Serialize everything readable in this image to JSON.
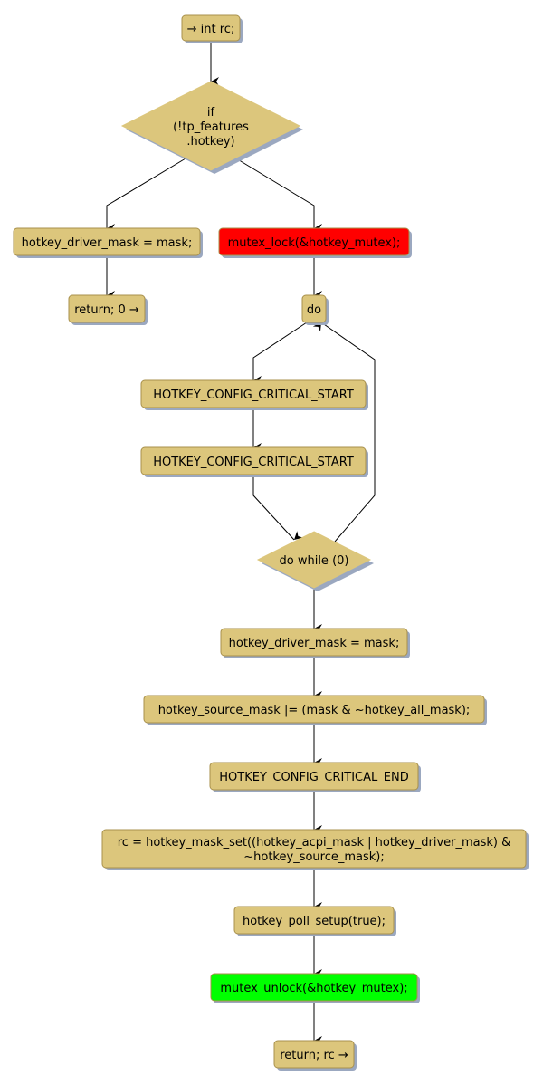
{
  "diagram": {
    "type": "flowchart",
    "colors": {
      "node_fill": "#dcc67c",
      "node_stroke": "#a8904c",
      "shadow": "#9ba8c0",
      "lock_fill": "#ff0000",
      "unlock_fill": "#00ff00",
      "edge": "#000000"
    },
    "nodes": [
      {
        "id": "start",
        "shape": "rect",
        "lines": [
          "→ int rc;"
        ],
        "fill": "node"
      },
      {
        "id": "if_hotkey",
        "shape": "diamond",
        "lines": [
          "if",
          "(!tp_features",
          ".hotkey)"
        ],
        "fill": "node"
      },
      {
        "id": "driver_mask_left",
        "shape": "rect",
        "lines": [
          "hotkey_driver_mask = mask;"
        ],
        "fill": "node"
      },
      {
        "id": "return_zero",
        "shape": "rect",
        "lines": [
          "return; 0 →"
        ],
        "fill": "node"
      },
      {
        "id": "mutex_lock",
        "shape": "rect",
        "lines": [
          "mutex_lock(&hotkey_mutex);"
        ],
        "fill": "lock"
      },
      {
        "id": "do",
        "shape": "rect",
        "lines": [
          "do"
        ],
        "fill": "node"
      },
      {
        "id": "critical_start_1",
        "shape": "rect",
        "lines": [
          "HOTKEY_CONFIG_CRITICAL_START"
        ],
        "fill": "node"
      },
      {
        "id": "critical_start_2",
        "shape": "rect",
        "lines": [
          "HOTKEY_CONFIG_CRITICAL_START"
        ],
        "fill": "node"
      },
      {
        "id": "do_while",
        "shape": "diamond",
        "lines": [
          "do while (0)"
        ],
        "fill": "node"
      },
      {
        "id": "driver_mask_right",
        "shape": "rect",
        "lines": [
          "hotkey_driver_mask = mask;"
        ],
        "fill": "node"
      },
      {
        "id": "source_mask",
        "shape": "rect",
        "lines": [
          "hotkey_source_mask |= (mask & ~hotkey_all_mask);"
        ],
        "fill": "node"
      },
      {
        "id": "critical_end",
        "shape": "rect",
        "lines": [
          "HOTKEY_CONFIG_CRITICAL_END"
        ],
        "fill": "node"
      },
      {
        "id": "mask_set",
        "shape": "rect",
        "lines": [
          "rc = hotkey_mask_set((hotkey_acpi_mask | hotkey_driver_mask) &",
          "~hotkey_source_mask);"
        ],
        "fill": "node"
      },
      {
        "id": "poll_setup",
        "shape": "rect",
        "lines": [
          "hotkey_poll_setup(true);"
        ],
        "fill": "node"
      },
      {
        "id": "mutex_unlock",
        "shape": "rect",
        "lines": [
          "mutex_unlock(&hotkey_mutex);"
        ],
        "fill": "unlock"
      },
      {
        "id": "return_rc",
        "shape": "rect",
        "lines": [
          "return; rc →"
        ],
        "fill": "node"
      }
    ],
    "edges": [
      {
        "from": "start",
        "to": "if_hotkey"
      },
      {
        "from": "if_hotkey",
        "to": "driver_mask_left"
      },
      {
        "from": "if_hotkey",
        "to": "mutex_lock"
      },
      {
        "from": "driver_mask_left",
        "to": "return_zero"
      },
      {
        "from": "mutex_lock",
        "to": "do"
      },
      {
        "from": "do",
        "to": "critical_start_1"
      },
      {
        "from": "critical_start_1",
        "to": "critical_start_2"
      },
      {
        "from": "critical_start_2",
        "to": "do_while"
      },
      {
        "from": "do_while",
        "to": "do"
      },
      {
        "from": "do_while",
        "to": "driver_mask_right"
      },
      {
        "from": "driver_mask_right",
        "to": "source_mask"
      },
      {
        "from": "source_mask",
        "to": "critical_end"
      },
      {
        "from": "critical_end",
        "to": "mask_set"
      },
      {
        "from": "mask_set",
        "to": "poll_setup"
      },
      {
        "from": "poll_setup",
        "to": "mutex_unlock"
      },
      {
        "from": "mutex_unlock",
        "to": "return_rc"
      }
    ]
  }
}
